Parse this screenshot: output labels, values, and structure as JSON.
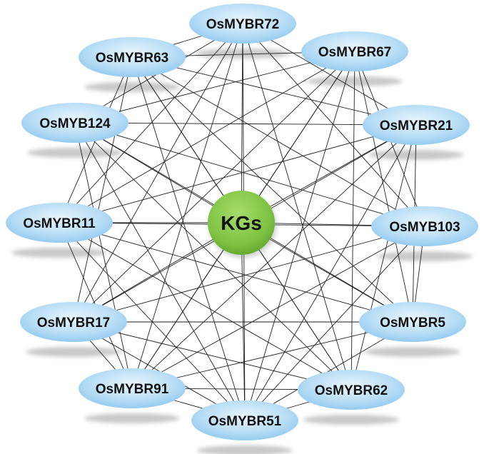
{
  "diagram": {
    "center": {
      "label": "KGs",
      "color": "#7dc142"
    },
    "node_color": "#aed8f5",
    "edge_color": "#222222",
    "shadow_color": "#c9c9c9",
    "nodes": [
      {
        "id": "OsMYBR72",
        "label": "OsMYBR72"
      },
      {
        "id": "OsMYBR63",
        "label": "OsMYBR63"
      },
      {
        "id": "OsMYBR67",
        "label": "OsMYBR67"
      },
      {
        "id": "OsMYB124",
        "label": "OsMYB124"
      },
      {
        "id": "OsMYBR21",
        "label": "OsMYBR21"
      },
      {
        "id": "OsMYBR11",
        "label": "OsMYBR11"
      },
      {
        "id": "OsMYB103",
        "label": "OsMYB103"
      },
      {
        "id": "OsMYBR17",
        "label": "OsMYBR17"
      },
      {
        "id": "OsMYBR5",
        "label": "OsMYBR5"
      },
      {
        "id": "OsMYBR91",
        "label": "OsMYBR91"
      },
      {
        "id": "OsMYBR62",
        "label": "OsMYBR62"
      },
      {
        "id": "OsMYBR51",
        "label": "OsMYBR51"
      }
    ]
  }
}
